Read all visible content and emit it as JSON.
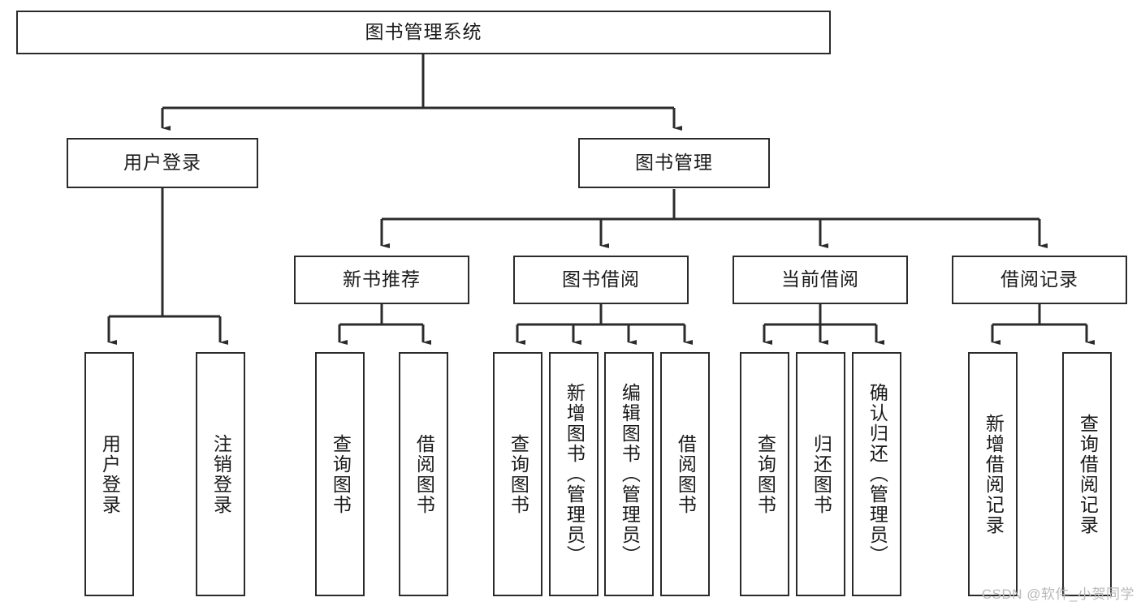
{
  "diagram": {
    "title": "图书管理系统",
    "type": "tree-hierarchy-chart",
    "watermark": "CSDN @软件_小贺同学",
    "colors": {
      "box_border": "#2b2b2b",
      "box_fill": "#ffffff",
      "edge": "#2b2b2b",
      "text": "#1a1a1a",
      "watermark": "#b9b9b9"
    },
    "root": {
      "label": "图书管理系统"
    },
    "level2": [
      {
        "label": "用户登录"
      },
      {
        "label": "图书管理"
      }
    ],
    "level3": [
      {
        "label": "新书推荐"
      },
      {
        "label": "图书借阅"
      },
      {
        "label": "当前借阅"
      },
      {
        "label": "借阅记录"
      }
    ],
    "leaves": {
      "user_login": [
        {
          "label": "用户登录"
        },
        {
          "label": "注销登录"
        }
      ],
      "new_book_recommend": [
        {
          "label": "查询图书"
        },
        {
          "label": "借阅图书"
        }
      ],
      "book_borrow": [
        {
          "label": "查询图书"
        },
        {
          "label": "新增图书（管理员）"
        },
        {
          "label": "编辑图书（管理员）"
        },
        {
          "label": "借阅图书"
        }
      ],
      "current_borrow": [
        {
          "label": "查询图书"
        },
        {
          "label": "归还图书"
        },
        {
          "label": "确认归还（管理员）"
        }
      ],
      "borrow_record": [
        {
          "label": "新增借阅记录"
        },
        {
          "label": "查询借阅记录"
        }
      ]
    }
  }
}
